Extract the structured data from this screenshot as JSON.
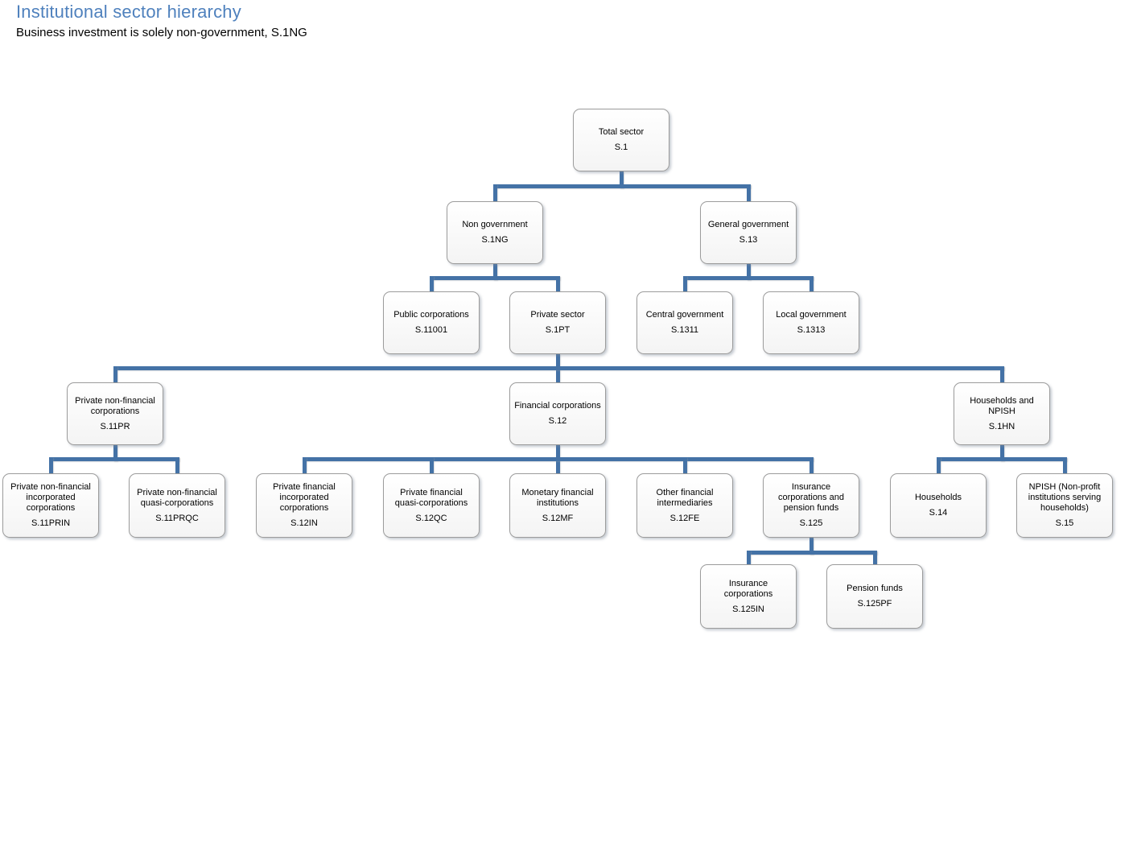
{
  "header": {
    "title": "Institutional sector hierarchy",
    "subtitle": "Business investment is solely non-government, S.1NG"
  },
  "colors": {
    "title_accent": "#4f81bd",
    "connector": "#4472a6",
    "node_border": "#9c9c9c",
    "node_fill": "#fafafa"
  },
  "nodes": {
    "s1": {
      "label": "Total sector",
      "code": "S.1",
      "parent": null
    },
    "s1ng": {
      "label": "Non government",
      "code": "S.1NG",
      "parent": "S.1"
    },
    "s13": {
      "label": "General government",
      "code": "S.13",
      "parent": "S.1"
    },
    "s11001": {
      "label": "Public corporations",
      "code": "S.11001",
      "parent": "S.1NG"
    },
    "s1pt": {
      "label": "Private sector",
      "code": "S.1PT",
      "parent": "S.1NG"
    },
    "s1311": {
      "label": "Central government",
      "code": "S.1311",
      "parent": "S.13"
    },
    "s1313": {
      "label": "Local government",
      "code": "S.1313",
      "parent": "S.13"
    },
    "s11pr": {
      "label": "Private non-financial corporations",
      "code": "S.11PR",
      "parent": "S.1PT"
    },
    "s12": {
      "label": "Financial corporations",
      "code": "S.12",
      "parent": "S.1PT"
    },
    "s1hn": {
      "label": "Households and NPISH",
      "code": "S.1HN",
      "parent": "S.1PT"
    },
    "s11prin": {
      "label": "Private non-financial incorporated corporations",
      "code": "S.11PRIN",
      "parent": "S.11PR"
    },
    "s11prqc": {
      "label": "Private non-financial quasi-corporations",
      "code": "S.11PRQC",
      "parent": "S.11PR"
    },
    "s12in": {
      "label": "Private financial incorporated corporations",
      "code": "S.12IN",
      "parent": "S.12"
    },
    "s12qc": {
      "label": "Private financial quasi-corporations",
      "code": "S.12QC",
      "parent": "S.12"
    },
    "s12mf": {
      "label": "Monetary financial institutions",
      "code": "S.12MF",
      "parent": "S.12"
    },
    "s12fe": {
      "label": "Other financial intermediaries",
      "code": "S.12FE",
      "parent": "S.12"
    },
    "s125": {
      "label": "Insurance corporations and pension funds",
      "code": "S.125",
      "parent": "S.12"
    },
    "s14": {
      "label": "Households",
      "code": "S.14",
      "parent": "S.1HN"
    },
    "s15": {
      "label": "NPISH (Non-profit institutions serving households)",
      "code": "S.15",
      "parent": "S.1HN"
    },
    "s125in": {
      "label": "Insurance corporations",
      "code": "S.125IN",
      "parent": "S.125"
    },
    "s125pf": {
      "label": "Pension funds",
      "code": "S.125PF",
      "parent": "S.125"
    }
  }
}
